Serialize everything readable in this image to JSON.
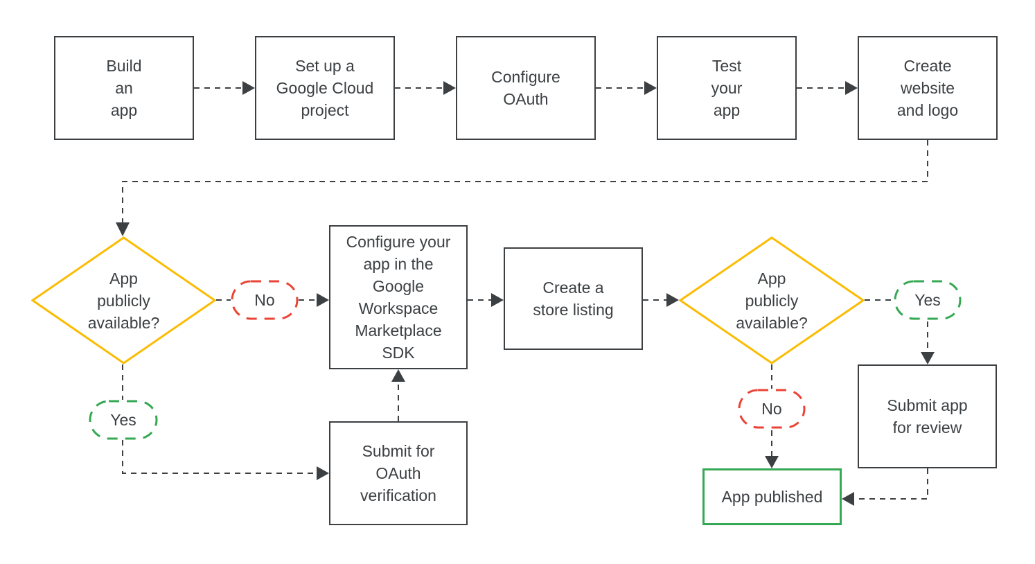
{
  "colors": {
    "ink": "#3c4043",
    "yellow": "#fbbc04",
    "red": "#ea4335",
    "green": "#34a853",
    "bg": "#ffffff"
  },
  "nodes": {
    "build_app": {
      "label": "Build\nan\napp"
    },
    "gcloud_project": {
      "label": "Set up a\nGoogle Cloud\nproject"
    },
    "configure_oauth": {
      "label": "Configure\nOAuth"
    },
    "test_app": {
      "label": "Test\nyour\napp"
    },
    "website_logo": {
      "label": "Create\nwebsite\nand logo"
    },
    "decision_public_1": {
      "label": "App\npublicly\navailable?"
    },
    "no_1": {
      "label": "No"
    },
    "yes_1": {
      "label": "Yes"
    },
    "marketplace_sdk": {
      "label": "Configure your\napp in the\nGoogle\nWorkspace\nMarketplace\nSDK"
    },
    "store_listing": {
      "label": "Create a\nstore listing"
    },
    "decision_public_2": {
      "label": "App\npublicly\navailable?"
    },
    "yes_2": {
      "label": "Yes"
    },
    "no_2": {
      "label": "No"
    },
    "submit_oauth": {
      "label": "Submit for\nOAuth\nverification"
    },
    "submit_review": {
      "label": "Submit app\nfor review"
    },
    "app_published": {
      "label": "App published"
    }
  }
}
